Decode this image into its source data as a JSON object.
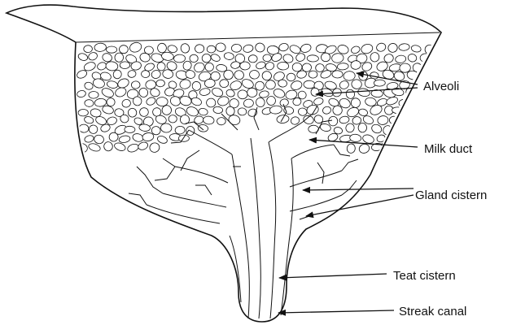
{
  "labels": {
    "alveoli": "Alveoli",
    "milk_duct": "Milk duct",
    "gland_cistern": "Gland cistern",
    "teat_cistern": "Teat cistern",
    "streak_canal": "Streak canal"
  },
  "colors": {
    "line": "#111111",
    "background": "#ffffff"
  }
}
